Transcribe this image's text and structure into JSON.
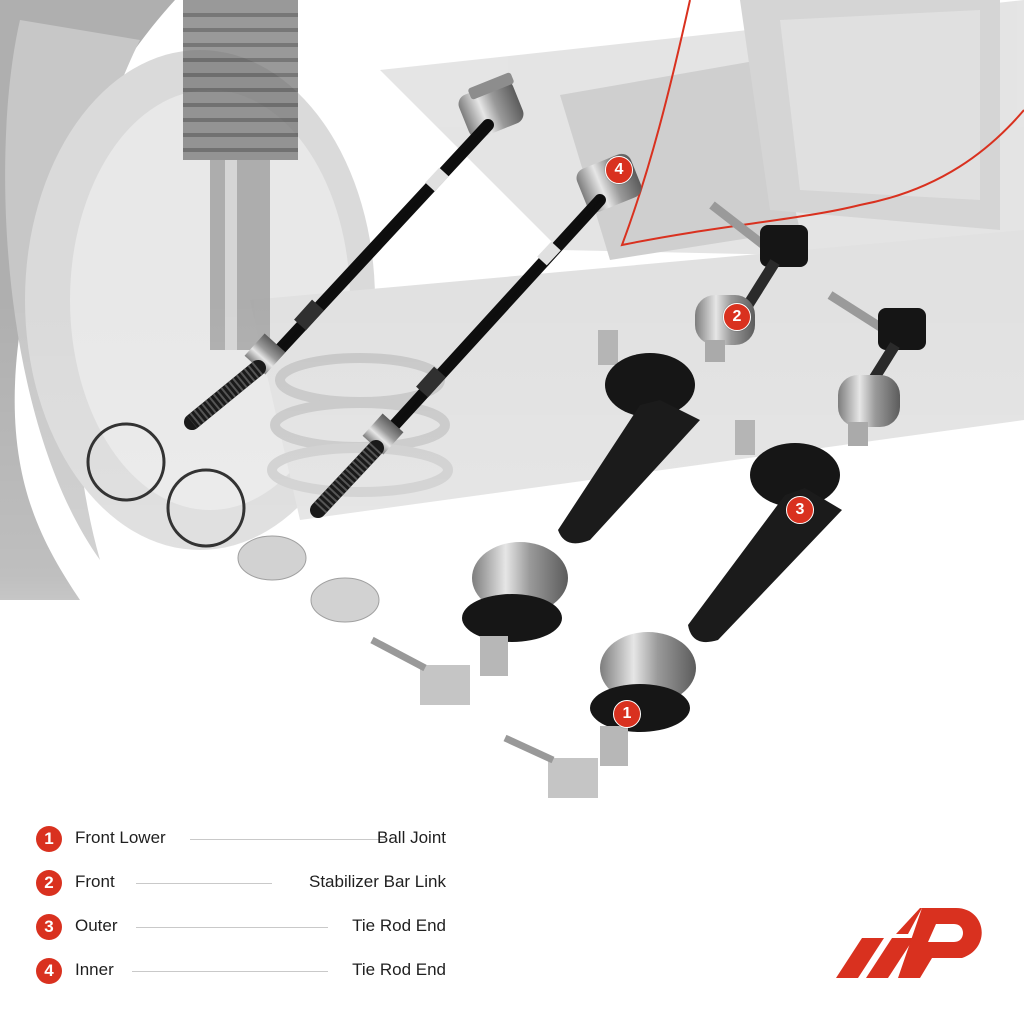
{
  "colors": {
    "accent": "#d9311f",
    "text": "#1f1f1f",
    "leader_line": "#c9c9c9",
    "part_black": "#161616",
    "chrome": "#b9b9b9"
  },
  "callouts": [
    {
      "label": "1",
      "icon": "ball-joint"
    },
    {
      "label": "2",
      "icon": "stabilizer-link"
    },
    {
      "label": "3",
      "icon": "outer-tie-rod-end"
    },
    {
      "label": "4",
      "icon": "inner-tie-rod-end"
    }
  ],
  "legend": [
    {
      "number": "1",
      "left": "Front Lower",
      "right": "Ball Joint"
    },
    {
      "number": "2",
      "left": "Front",
      "right": "Stabilizer Bar Link"
    },
    {
      "number": "3",
      "left": "Outer",
      "right": "Tie Rod End"
    },
    {
      "number": "4",
      "left": "Inner",
      "right": "Tie Rod End"
    }
  ],
  "logo": {
    "icon": "a-premium-logo-icon"
  }
}
